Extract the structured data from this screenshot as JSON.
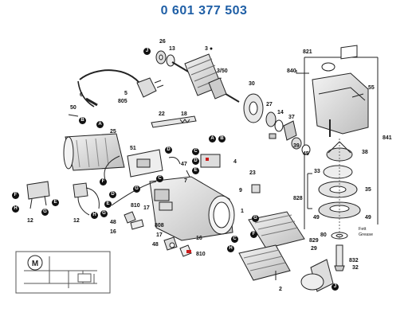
{
  "title": "0 601 377 503",
  "part_labels": {
    "p821": "821",
    "p840": "840",
    "p55": "55",
    "p841": "841",
    "p38": "38",
    "p33": "33",
    "p35": "35",
    "p828": "828",
    "p49a": "49",
    "p49b": "49",
    "p80": "80",
    "p829": "829",
    "p29": "29",
    "p832": "832",
    "p32": "32",
    "fett": "Fett",
    "grease": "Grease",
    "p26": "26",
    "p13": "13",
    "p3": "3 ●",
    "p350": "3/50",
    "p30": "30",
    "p27": "27",
    "p14": "14",
    "p37": "37",
    "p39": "39",
    "p45": "45",
    "p5": "5",
    "p805": "805",
    "p6": "6",
    "p50": "50",
    "p25": "25",
    "p51": "51",
    "p22": "22",
    "p18": "18",
    "p4": "4",
    "p47": "47",
    "p7": "7",
    "p9": "9",
    "p23": "23",
    "p1": "1",
    "p12a": "12",
    "p12b": "12",
    "p810a": "810",
    "p17a": "17",
    "p808": "808",
    "p48a": "48",
    "p16a": "16",
    "p17b": "17",
    "p48b": "48",
    "p16b": "16",
    "p810b": "810",
    "p2": "2"
  },
  "markers": {
    "A": "A",
    "B": "B",
    "C": "C",
    "D": "D",
    "E": "E",
    "F": "F",
    "G": "G",
    "H": "H",
    "J": "J"
  },
  "colors": {
    "title": "#1f5fa6",
    "marker_fill": "#111111",
    "line": "#222222",
    "red_accent": "#cc1a1a"
  }
}
